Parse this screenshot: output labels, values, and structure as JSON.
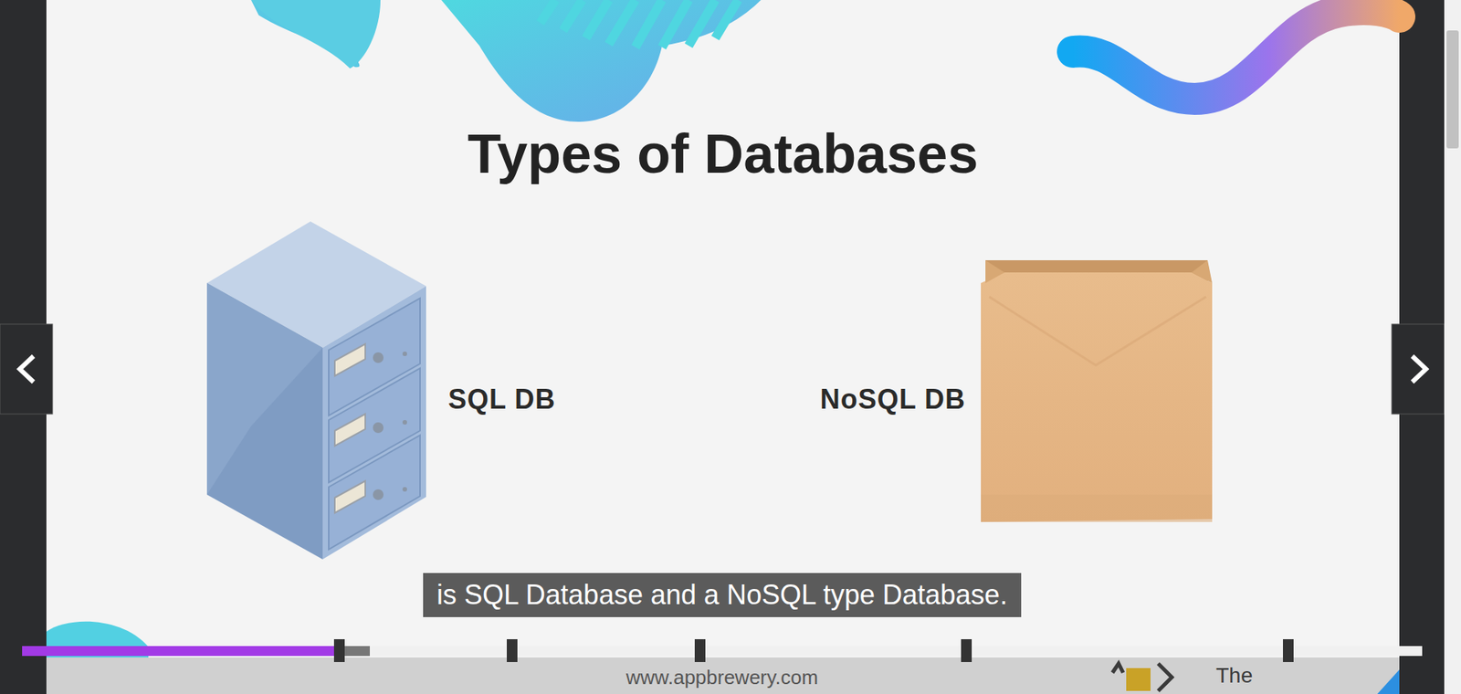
{
  "diagram": {
    "title": "Types of Databases",
    "labels": [
      "SQL DB",
      "NoSQL DB",
      "is SQL Database and a NoSQL type Database.",
      "www.appbrewery.com",
      "The"
    ]
  }
}
